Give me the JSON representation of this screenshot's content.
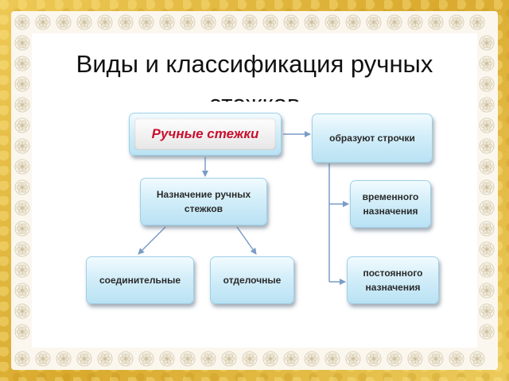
{
  "title": "Виды и классификация ручных стежков",
  "diagram": {
    "root": "Ручные стежки",
    "forms_lines": "образуют строчки",
    "purpose": "Назначение ручных стежков",
    "temporary": "временного назначения",
    "permanent": "постоянного назначения",
    "connecting": "соединительные",
    "decorative": "отделочные"
  },
  "colors": {
    "frame": "#e7c04a",
    "lace": "#fbf7ee",
    "node_fill": "#d3eef9",
    "root_text": "#c8102e",
    "arrow": "#7a9cc6"
  }
}
